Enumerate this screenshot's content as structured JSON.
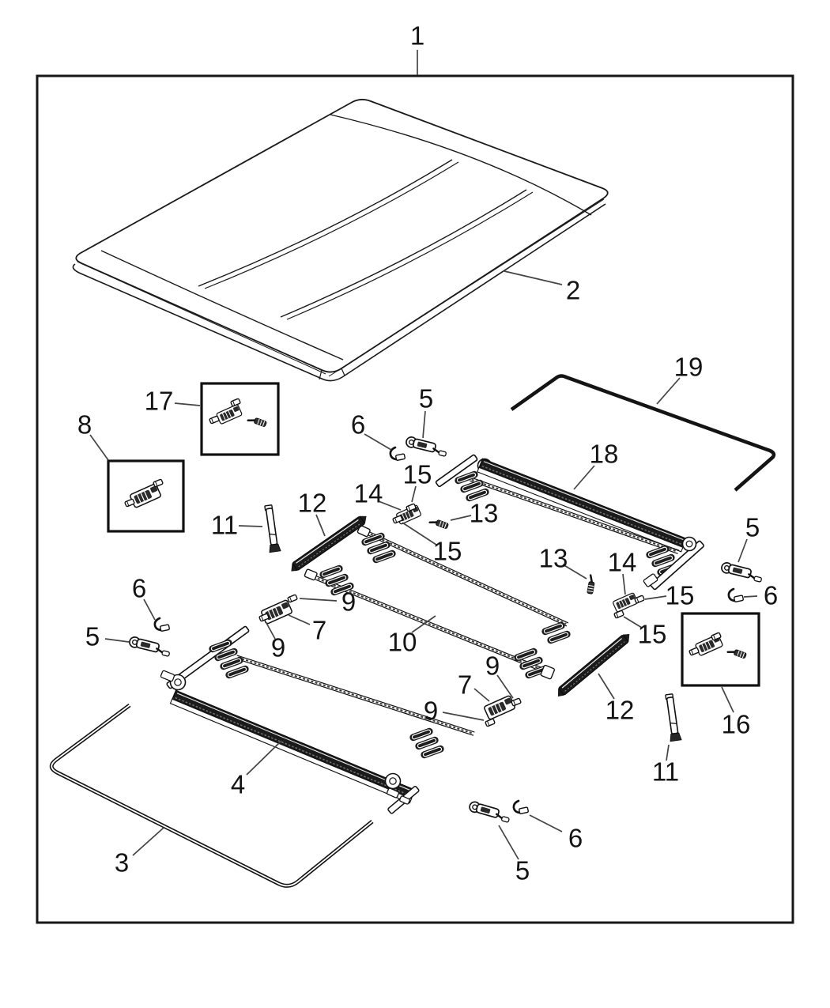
{
  "diagram": {
    "description": "Exploded parts diagram of a tri-fold tonneau cover assembly",
    "colors": {
      "line": "#1a1a1a",
      "background": "#ffffff"
    },
    "callouts": [
      {
        "id": "assembly",
        "label": "1"
      },
      {
        "id": "cover-panel",
        "label": "2"
      },
      {
        "id": "hardware-kit-17",
        "label": "17"
      },
      {
        "id": "hardware-kit-8",
        "label": "8"
      },
      {
        "id": "rear-seal",
        "label": "19"
      },
      {
        "id": "latch-top",
        "label": "5"
      },
      {
        "id": "hook-top",
        "label": "6"
      },
      {
        "id": "rear-frame",
        "label": "18"
      },
      {
        "id": "clip-15-a",
        "label": "15"
      },
      {
        "id": "clamp-14-a",
        "label": "14"
      },
      {
        "id": "screw-13-a",
        "label": "13"
      },
      {
        "id": "side-rail-left",
        "label": "12"
      },
      {
        "id": "prop-rod-left",
        "label": "11"
      },
      {
        "id": "clip-15-b",
        "label": "15"
      },
      {
        "id": "screw-13-b",
        "label": "13"
      },
      {
        "id": "clamp-14-b",
        "label": "14"
      },
      {
        "id": "latch-right",
        "label": "5"
      },
      {
        "id": "hook-right",
        "label": "6"
      },
      {
        "id": "clip-15-c",
        "label": "15"
      },
      {
        "id": "clip-15-d",
        "label": "15"
      },
      {
        "id": "hook-left",
        "label": "6"
      },
      {
        "id": "latch-left",
        "label": "5"
      },
      {
        "id": "clip-9-a",
        "label": "9"
      },
      {
        "id": "clamp-7-a",
        "label": "7"
      },
      {
        "id": "clip-9-b",
        "label": "9"
      },
      {
        "id": "center-bow",
        "label": "10"
      },
      {
        "id": "clip-9-c",
        "label": "9"
      },
      {
        "id": "clamp-7-b",
        "label": "7"
      },
      {
        "id": "clip-9-d",
        "label": "9"
      },
      {
        "id": "side-rail-right",
        "label": "12"
      },
      {
        "id": "hardware-kit-16",
        "label": "16"
      },
      {
        "id": "prop-rod-right",
        "label": "11"
      },
      {
        "id": "front-frame",
        "label": "4"
      },
      {
        "id": "front-seal",
        "label": "3"
      },
      {
        "id": "latch-bottom",
        "label": "5"
      },
      {
        "id": "hook-bottom",
        "label": "6"
      }
    ]
  }
}
